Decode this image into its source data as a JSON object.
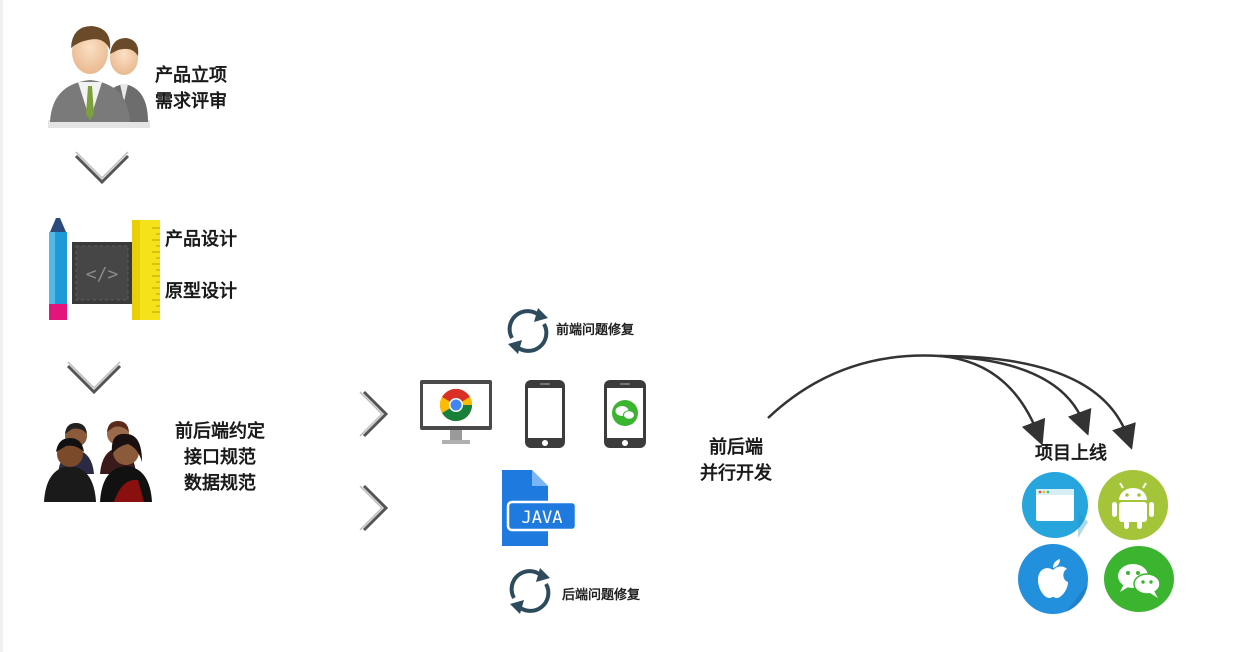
{
  "step1": {
    "line1": "产品立项",
    "line2": "需求评审",
    "icon": "business-people-icon"
  },
  "step2": {
    "line1": "产品设计",
    "line2": "原型设计",
    "icon": "design-tools-icon"
  },
  "step3": {
    "line1": "前后端约定",
    "line2": "接口规范",
    "line3": "数据规范",
    "icon": "team-meeting-icon"
  },
  "frontend": {
    "fix_label": "前端问题修复",
    "devices": [
      "desktop-browser-icon",
      "phone-icon",
      "wechat-phone-icon"
    ]
  },
  "backend": {
    "fix_label": "后端问题修复",
    "file_text": "JAVA"
  },
  "parallel": {
    "line1": "前后端",
    "line2": "并行开发"
  },
  "launch": {
    "label": "项目上线",
    "platforms": [
      "browser-icon",
      "android-icon",
      "apple-icon",
      "wechat-icon"
    ]
  }
}
